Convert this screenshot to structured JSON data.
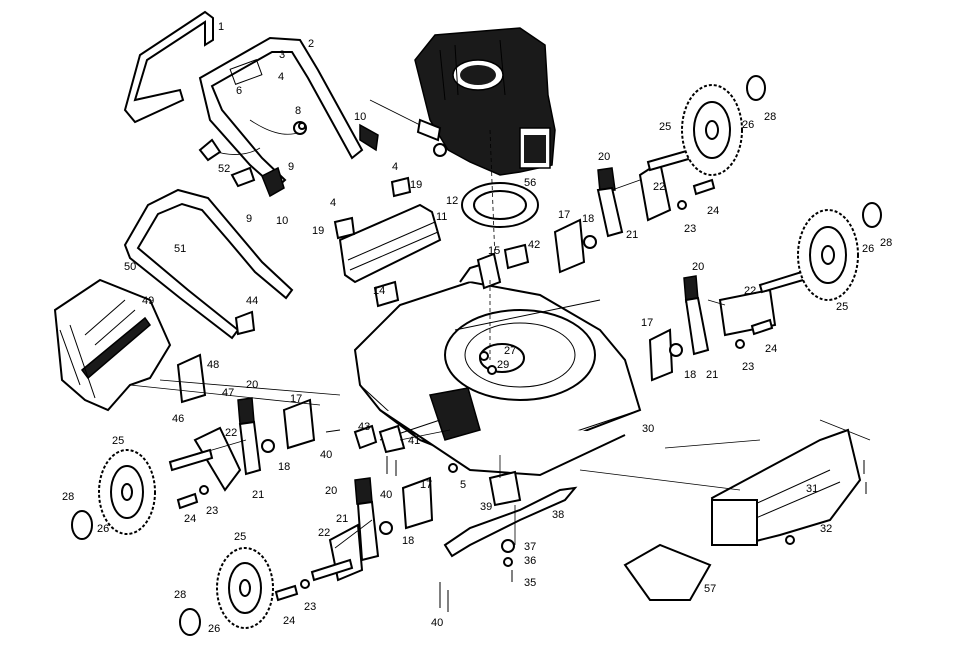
{
  "labels": {
    "l1": "1",
    "l2": "2",
    "l3": "3",
    "l4a": "4",
    "l6": "6",
    "l8": "8",
    "l10a": "10",
    "l52": "52",
    "l9a": "9",
    "l10b": "10",
    "l4b": "4",
    "l19a": "19",
    "l4c": "4",
    "l19b": "19",
    "l11": "11",
    "l12": "12",
    "l56": "56",
    "l9b": "9",
    "l51": "51",
    "l50": "50",
    "l49": "49",
    "l44": "44",
    "l15": "15",
    "l42": "42",
    "l14": "14",
    "l17a": "17",
    "l18a": "18",
    "l21a": "21",
    "l20a": "20",
    "l22a": "22",
    "l23a": "23",
    "l24a": "24",
    "l25a": "25",
    "l26a": "26",
    "l28a": "28",
    "l26b": "26",
    "l28b": "28",
    "l25b": "25",
    "l20b": "20",
    "l22b": "22",
    "l17b": "17",
    "l18b": "18",
    "l21b": "21",
    "l23b": "23",
    "l24b": "24",
    "l27": "27",
    "l29": "29",
    "l30": "30",
    "l48": "48",
    "l47": "47",
    "l46": "46",
    "l20c": "20",
    "l22c": "22",
    "l17c": "17",
    "l43": "43",
    "l41": "41",
    "l40a": "40",
    "l40b": "40",
    "l5": "5",
    "l25c": "25",
    "l18c": "18",
    "l21c": "21",
    "l28c": "28",
    "l26c": "26",
    "l24c": "24",
    "l23c": "23",
    "l20d": "20",
    "l17d": "17",
    "l21d": "21",
    "l22d": "22",
    "l18d": "18",
    "l39": "39",
    "l38": "38",
    "l37": "37",
    "l36": "36",
    "l35": "35",
    "l31": "31",
    "l32": "32",
    "l57": "57",
    "l25d": "25",
    "l28d": "28",
    "l26d": "26",
    "l24d": "24",
    "l23d": "23",
    "l40c": "40"
  }
}
